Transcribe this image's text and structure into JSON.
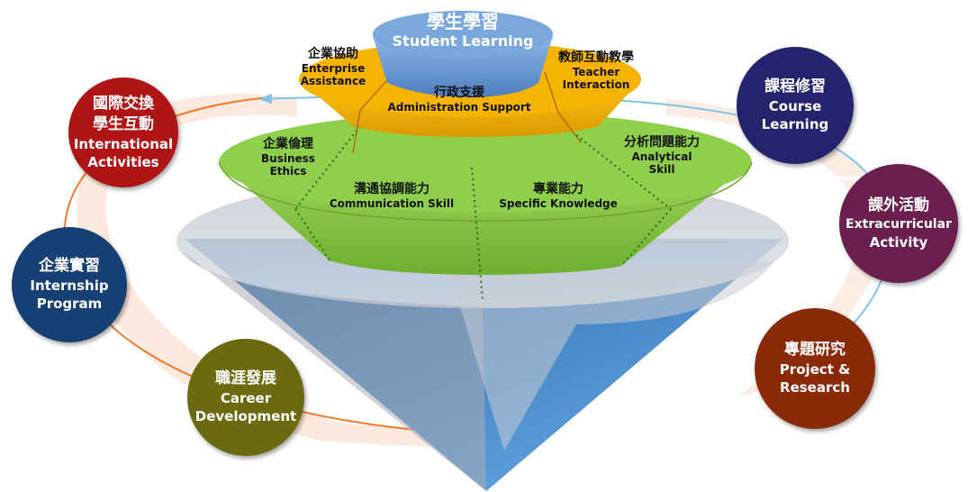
{
  "core": {
    "zh": "學生學習",
    "en": "Student Learning"
  },
  "support_ring": {
    "enterprise": {
      "zh": "企業協助",
      "en1": "Enterprise",
      "en2": "Assistance"
    },
    "teacher": {
      "zh": "教師互動教學",
      "en1": "Teacher",
      "en2": "Interaction"
    },
    "administration": {
      "zh": "行政支援",
      "en": "Administration Support"
    }
  },
  "skills_ring": {
    "ethics": {
      "zh": "企業倫理",
      "en1": "Business",
      "en2": "Ethics"
    },
    "communication": {
      "zh": "溝通協調能力",
      "en": "Communication Skill"
    },
    "specific": {
      "zh": "專業能力",
      "en": "Specific Knowledge"
    },
    "analytical": {
      "zh": "分析問題能力",
      "en1": "Analytical",
      "en2": "Skill"
    }
  },
  "activities": {
    "international": {
      "zh1": "國際交換",
      "zh2": "學生互動",
      "en1": "International",
      "en2": "Activities",
      "color": "#b01515"
    },
    "internship": {
      "zh": "企業實習",
      "en1": "Internship",
      "en2": "Program",
      "color": "#163f73"
    },
    "career": {
      "zh": "職涯發展",
      "en1": "Career",
      "en2": "Development",
      "color": "#6b6a10"
    },
    "course": {
      "zh": "課程修習",
      "en1": "Course",
      "en2": "Learning",
      "color": "#23236e"
    },
    "extracurricular": {
      "zh": "課外活動",
      "en1": "Extracurricular",
      "en2": "Activity",
      "color": "#6a1f4e"
    },
    "project": {
      "zh": "專題研究",
      "en1": "Project &",
      "en2": "Research",
      "color": "#8a2a08"
    }
  },
  "colors": {
    "core_blue": "#6f9fd8",
    "support_yellow": "#f6b400",
    "skills_green": "#8fcf4c",
    "cone_blue": "#2f6fb0",
    "arrow_orange": "#f07a2a",
    "arrow_blue": "#7ec3e6"
  }
}
